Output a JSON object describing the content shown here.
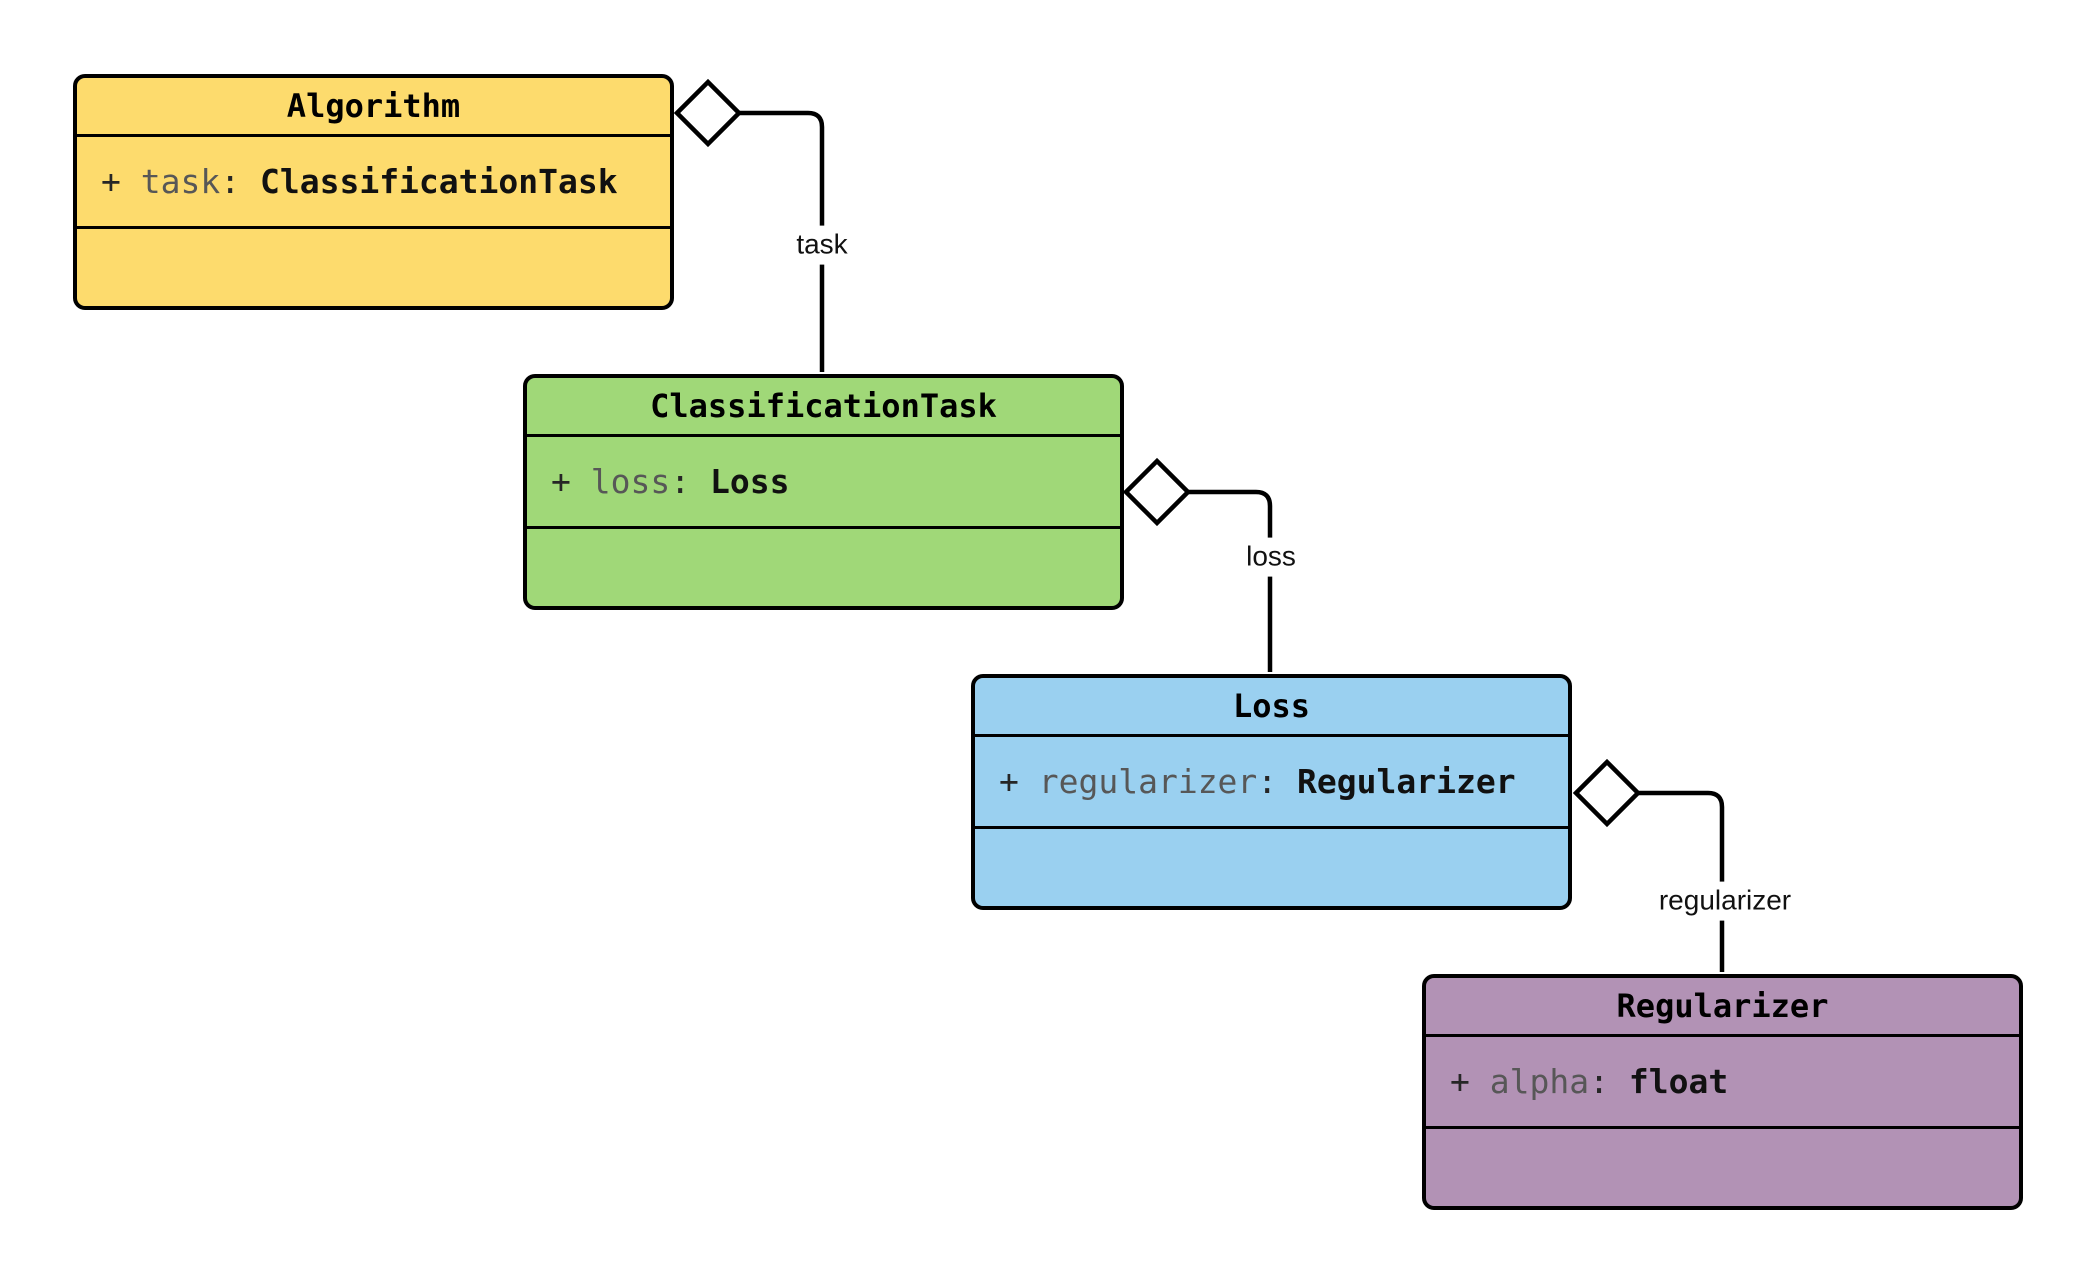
{
  "diagram": {
    "type": "uml-class-diagram",
    "background": "#ffffff",
    "classes": [
      {
        "id": "algorithm",
        "name": "Algorithm",
        "fill": "#FDDB6D",
        "attributes": [
          {
            "visibility": "+ ",
            "name": "task",
            "separator": ": ",
            "type": "ClassificationTask"
          }
        ],
        "methods": []
      },
      {
        "id": "classification-task",
        "name": "ClassificationTask",
        "fill": "#A0D878",
        "attributes": [
          {
            "visibility": "+ ",
            "name": "loss",
            "separator": ": ",
            "type": "Loss"
          }
        ],
        "methods": []
      },
      {
        "id": "loss",
        "name": "Loss",
        "fill": "#9AD0F0",
        "attributes": [
          {
            "visibility": "+ ",
            "name": "regularizer",
            "separator": ": ",
            "type": "Regularizer"
          }
        ],
        "methods": []
      },
      {
        "id": "regularizer",
        "name": "Regularizer",
        "fill": "#B292B5",
        "attributes": [
          {
            "visibility": "+ ",
            "name": "alpha",
            "separator": ": ",
            "type": "float"
          }
        ],
        "methods": []
      }
    ],
    "relations": [
      {
        "kind": "aggregation",
        "from": "Algorithm",
        "to": "ClassificationTask",
        "label": "task"
      },
      {
        "kind": "aggregation",
        "from": "ClassificationTask",
        "to": "Loss",
        "label": "loss"
      },
      {
        "kind": "aggregation",
        "from": "Loss",
        "to": "Regularizer",
        "label": "regularizer"
      }
    ],
    "colors": {
      "border": "#000000",
      "line": "#000000",
      "attribute_name": "#575757",
      "attribute_punctuation": "#262626",
      "type_text": "#111111",
      "title_text": "#000000",
      "label_text": "#111111",
      "label_background": "#ffffff"
    }
  }
}
